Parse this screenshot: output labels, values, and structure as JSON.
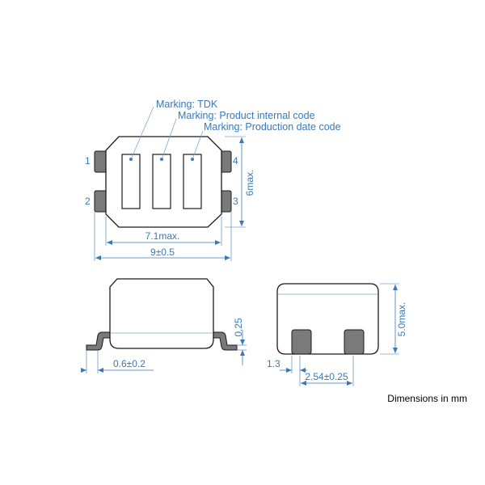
{
  "markings": {
    "tdk": "Marking: TDK",
    "internal": "Marking: Product internal code",
    "date": "Marking: Production date code"
  },
  "pins": {
    "p1": "1",
    "p2": "2",
    "p3": "3",
    "p4": "4"
  },
  "dims": {
    "height_max": "6max.",
    "body_width": "7.1max.",
    "overall_width": "9±0.5",
    "lead_thickness": "0.25",
    "lead_length": "0.6±0.2",
    "side_height": "5.0max.",
    "pad_width": "1.3",
    "pitch": "2.54±0.25"
  },
  "caption": "Dimensions in mm",
  "colors": {
    "dimension": "#3a78b8",
    "pad": "#7a7a7a",
    "outline": "#1a1a1a"
  }
}
